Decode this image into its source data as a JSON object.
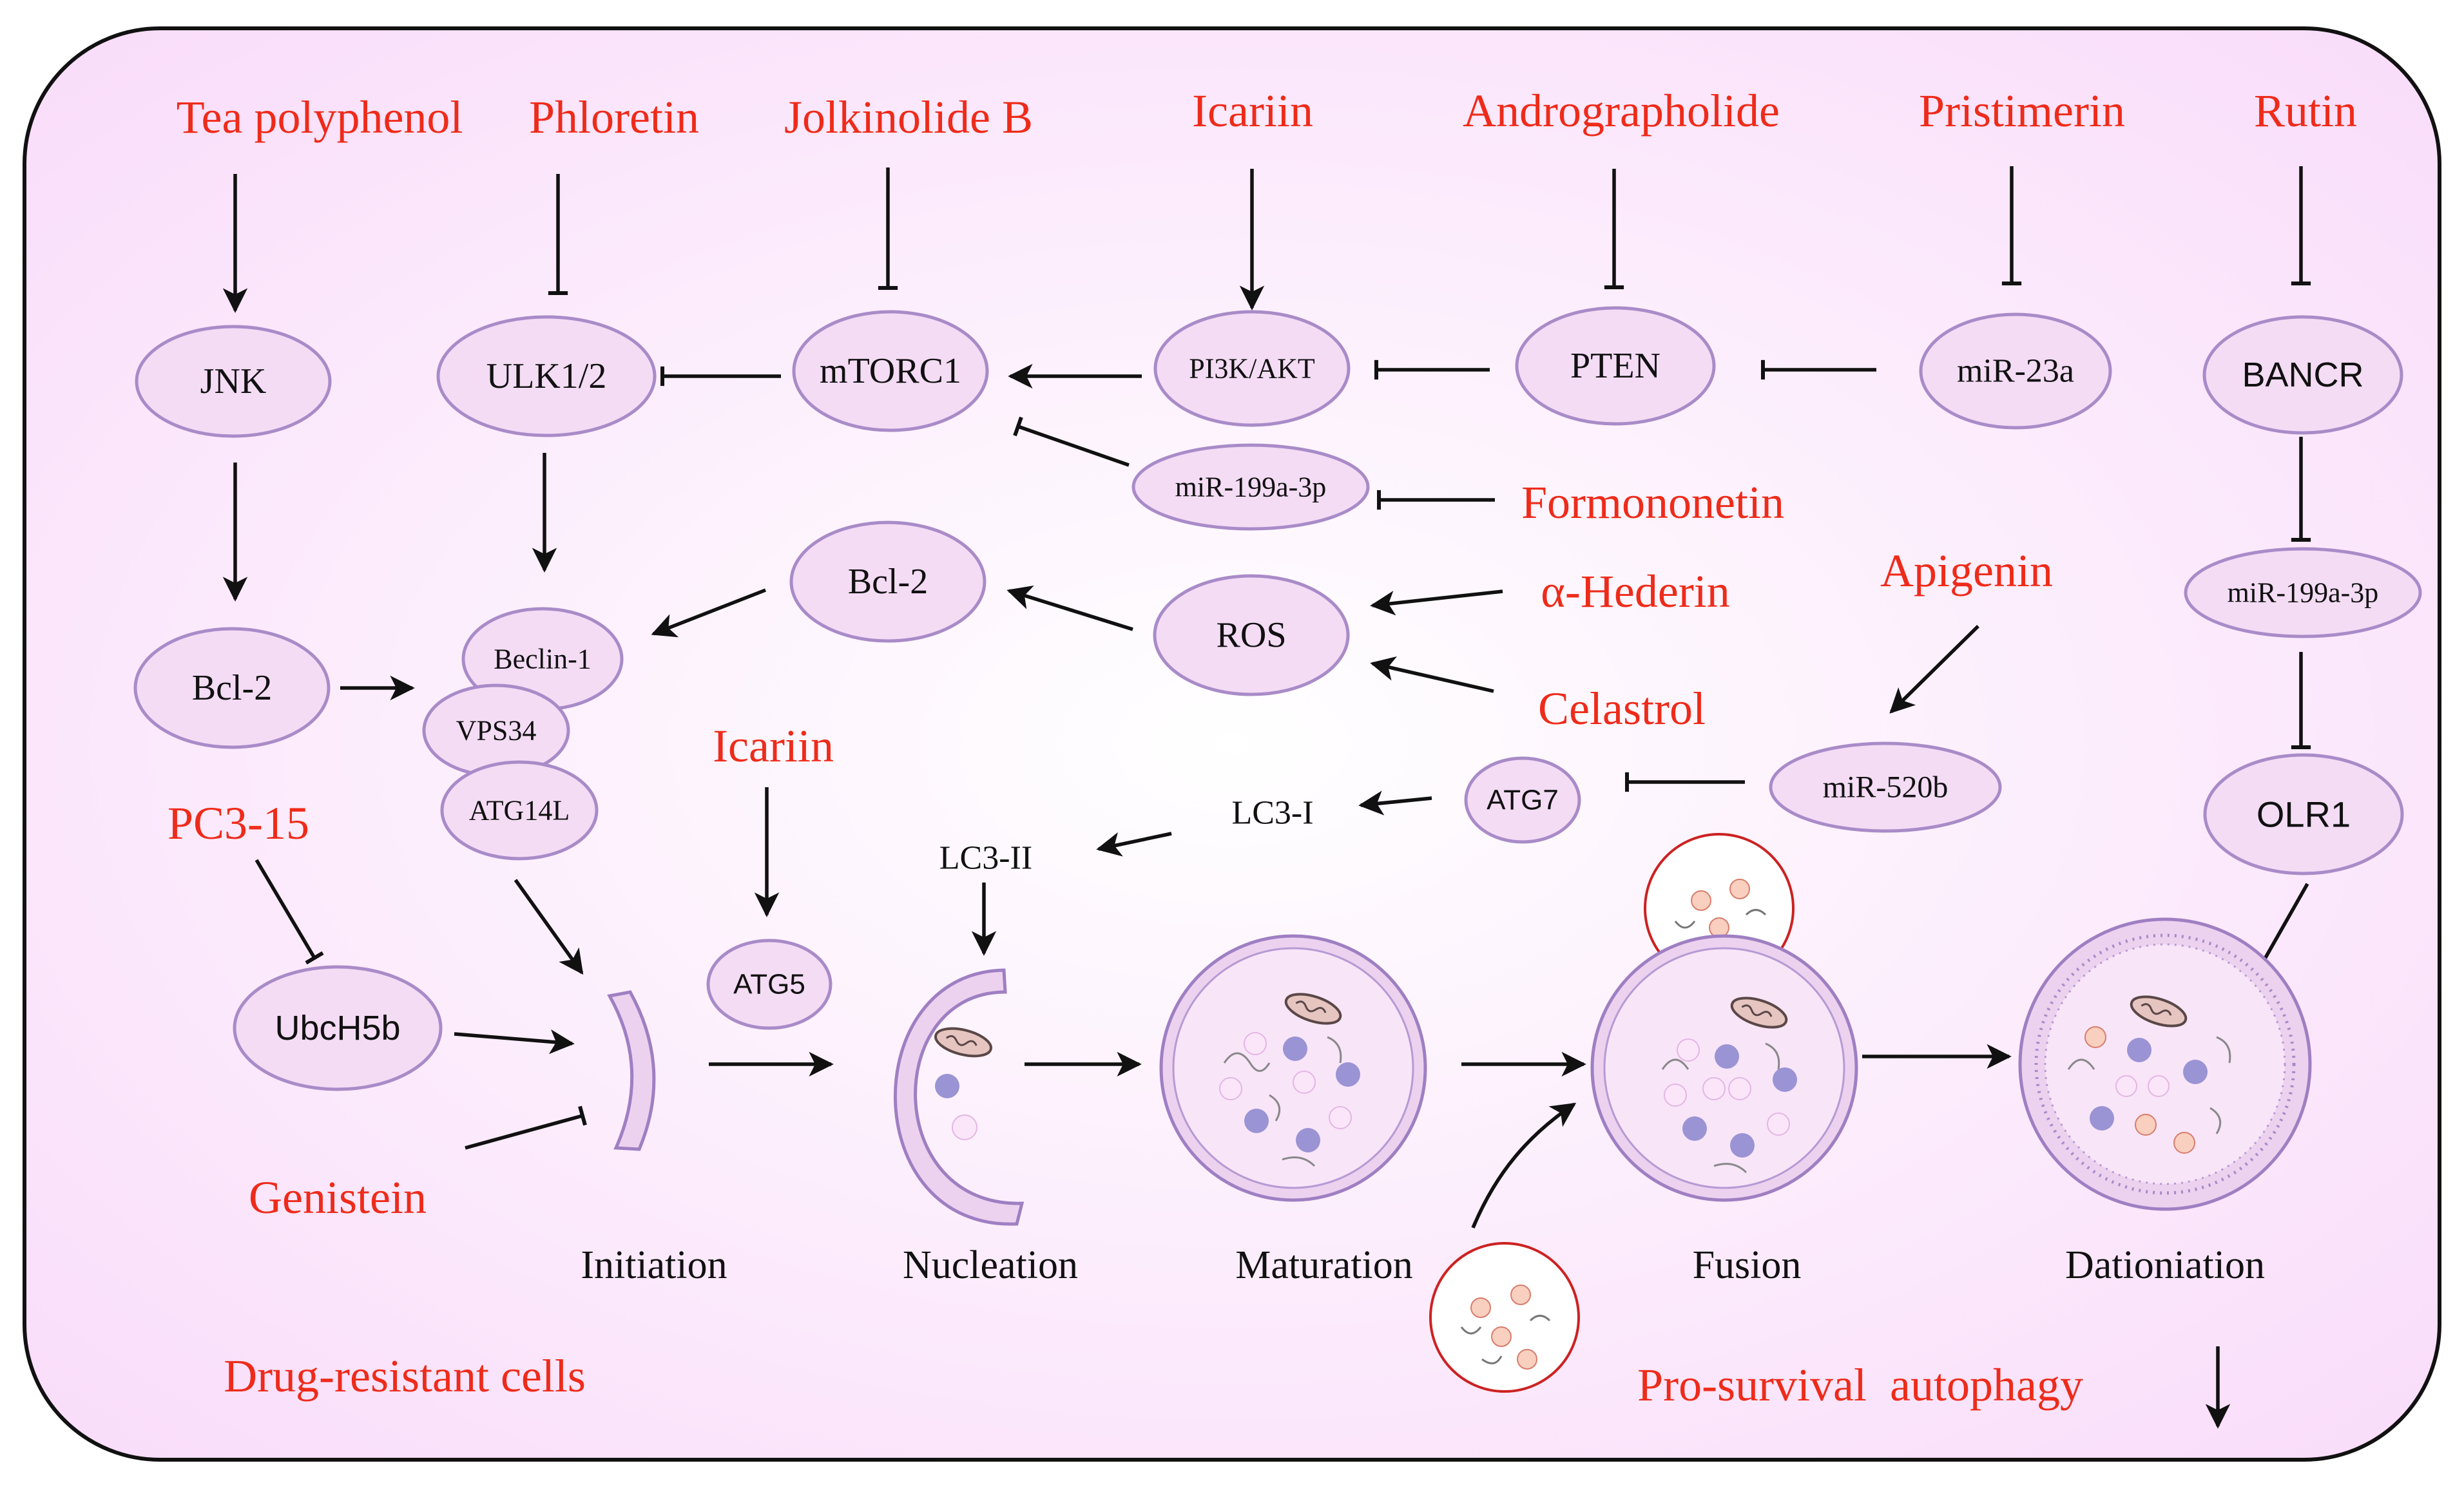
{
  "colors": {
    "drug_text": "#ee2b1a",
    "node_fill": "#f4dcf5",
    "node_stroke": "#a98bc8",
    "panel_fill": "#fbe9fb",
    "panel_stroke": "#111111",
    "purple_dot": "#9a93d4",
    "pink_dot": "#f8e2f7",
    "orange_dot": "#f9cfbf",
    "vesicle_stroke": "#cc2222"
  },
  "drugs": {
    "tea_polyphenol": "Tea polyphenol",
    "phloretin": "Phloretin",
    "jolkinolide_b": "Jolkinolide B",
    "icariin_top": "Icariin",
    "andrographolide": "Andrographolide",
    "pristimerin": "Pristimerin",
    "rutin": "Rutin",
    "formononetin": "Formononetin",
    "hederin": "α-Hederin",
    "apigenin": "Apigenin",
    "celastrol": "Celastrol",
    "icariin_mid": "Icariin",
    "pc3_15": "PC3-15",
    "genistein": "Genistein",
    "drug_resistant_cells": "Drug-resistant cells",
    "pro_survival": "Pro-survival  autophagy"
  },
  "nodes": {
    "jnk": "JNK",
    "ulk": "ULK1/2",
    "mtorc1": "mTORC1",
    "pi3k": "PI3K/AKT",
    "pten": "PTEN",
    "mir23a": "miR-23a",
    "bancr": "BANCR",
    "mir199_mid": "miR-199a-3p",
    "mir199_right": "miR-199a-3p",
    "bcl2_left": "Bcl-2",
    "bcl2_mid": "Bcl-2",
    "ros": "ROS",
    "beclin": "Beclin-1",
    "vps34": "VPS34",
    "atg14l": "ATG14L",
    "atg7": "ATG7",
    "mir520b": "miR-520b",
    "olr1": "OLR1",
    "atg5": "ATG5",
    "ubch5b": "UbcH5b",
    "lc3i": "LC3-I",
    "lc3ii": "LC3-II"
  },
  "stages": {
    "initiation": "Initiation",
    "nucleation": "Nucleation",
    "maturation": "Maturation",
    "fusion": "Fusion",
    "dationiation": "Dationiation"
  }
}
